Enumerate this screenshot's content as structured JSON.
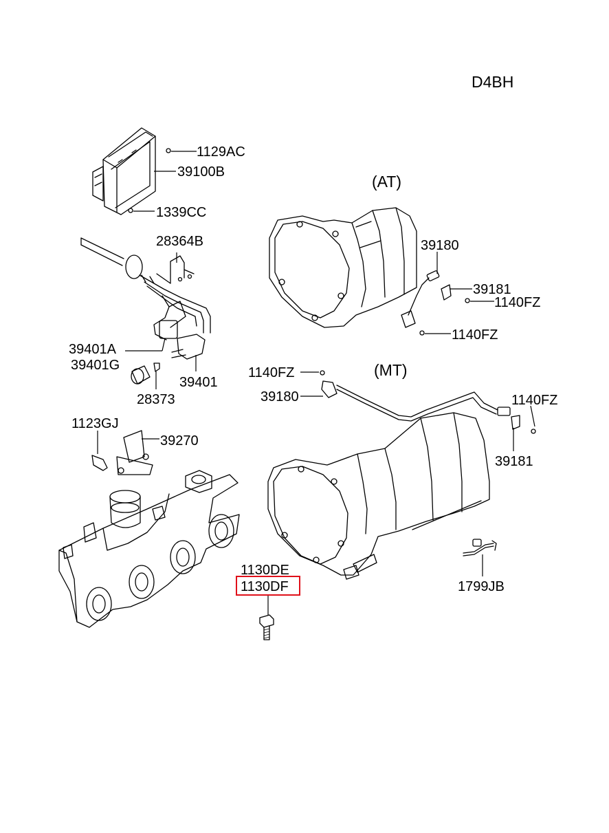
{
  "model_code": "D4BH",
  "sections": {
    "automatic": "(AT)",
    "manual": "(MT)"
  },
  "labels": {
    "ecu_screw": "1129AC",
    "ecu": "39100B",
    "ecu_bolt": "1339CC",
    "hose_bracket": "28364B",
    "solenoid_a": "39401A",
    "solenoid_g": "39401G",
    "solenoid": "39401",
    "cap": "28373",
    "manifold_bolt": "1123GJ",
    "manifold_sensor": "39270",
    "at_sensor": "39180",
    "at_bracket": "39181",
    "at_bolt_upper": "1140FZ",
    "at_bolt_lower": "1140FZ",
    "mt_bolt_left": "1140FZ",
    "mt_sensor": "39180",
    "mt_bolt_right": "1140FZ",
    "mt_bracket": "39181",
    "bolt_de": "1130DE",
    "bolt_df": "1130DF",
    "harness": "1799JB"
  },
  "highlight": {
    "part": "1130DF",
    "color": "#e0101a"
  }
}
